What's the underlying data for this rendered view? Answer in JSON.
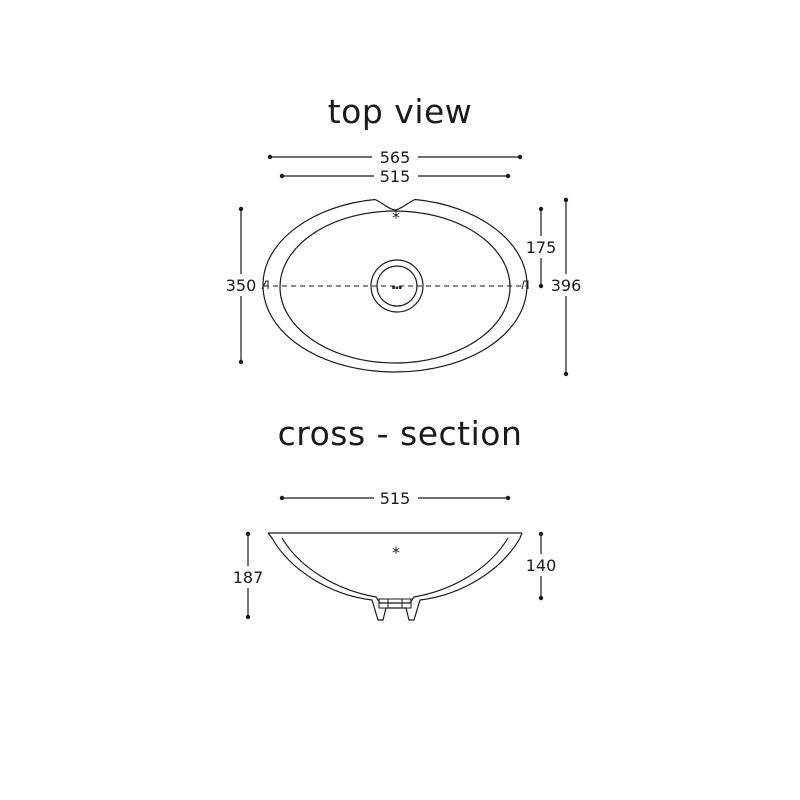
{
  "titles": {
    "top_view": "top view",
    "cross_section": "cross - section"
  },
  "top_view": {
    "outer_width": "565",
    "inner_width": "515",
    "inner_depth": "350",
    "outer_depth": "396",
    "half_depth": "175",
    "overflow_mark": "*"
  },
  "cross_section": {
    "width": "515",
    "height_total": "187",
    "height_bowl": "140",
    "overflow_mark": "*"
  },
  "colors": {
    "line": "#1a1a1a",
    "background": "#ffffff"
  }
}
